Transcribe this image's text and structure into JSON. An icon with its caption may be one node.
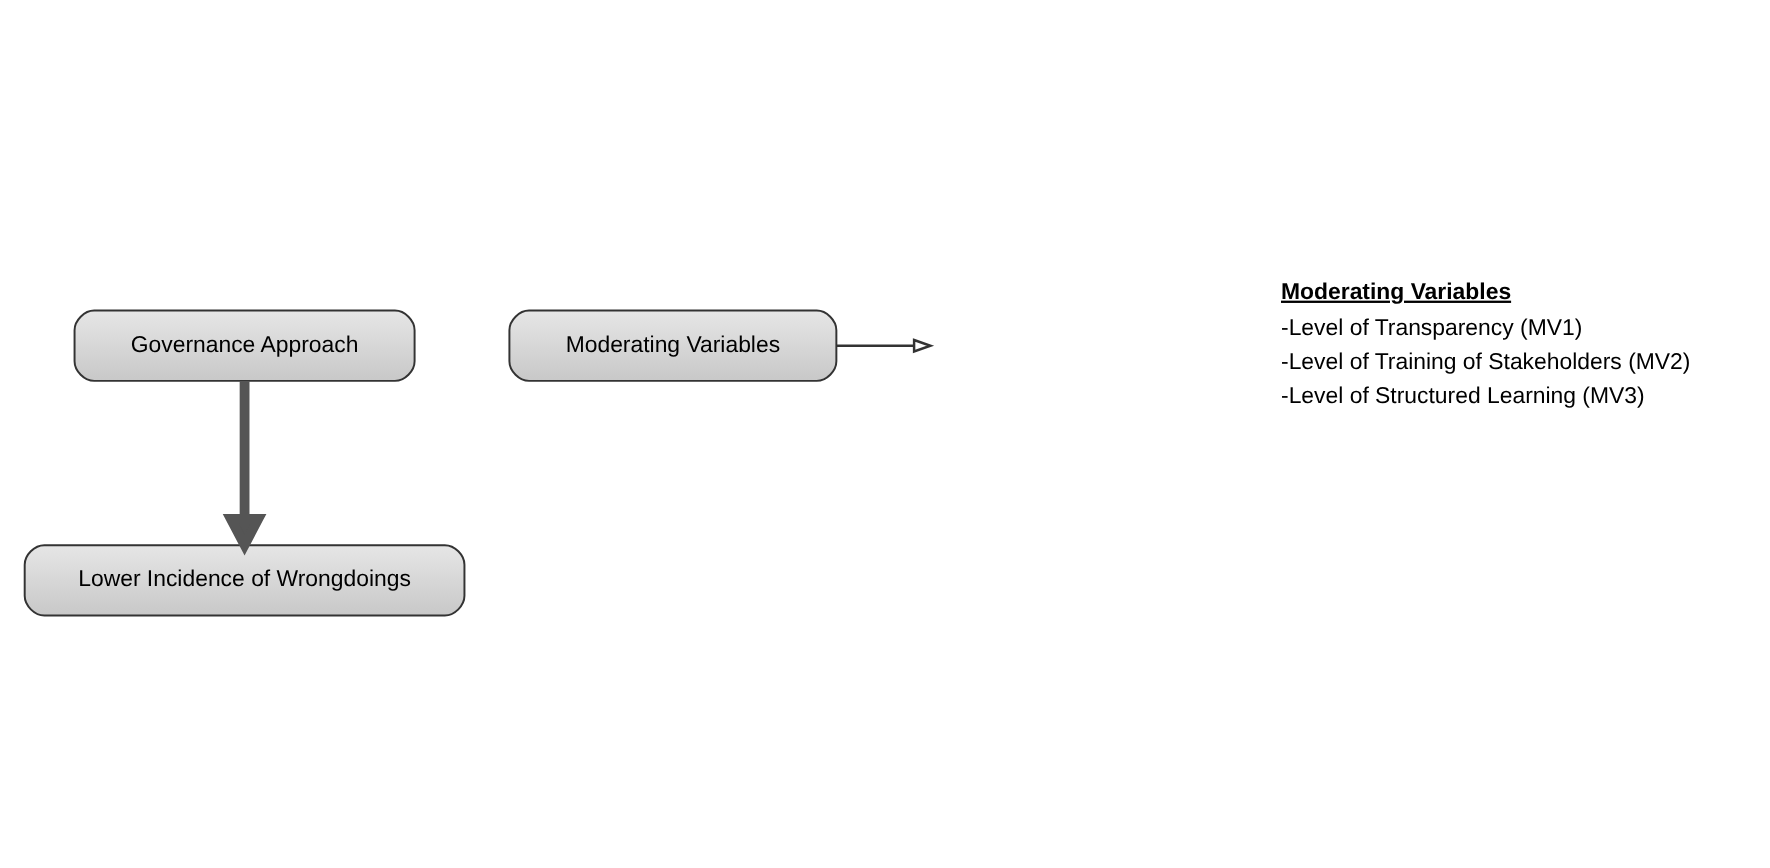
{
  "diagram": {
    "nodes": [
      {
        "text": [
          "Governance Approach"
        ]
      },
      {
        "text": [
          "Moderating Variables"
        ]
      },
      {
        "text": [
          "Lower Incidence of Wrongdoings"
        ]
      }
    ],
    "edges": [
      {
        "from": 0,
        "to": 2,
        "arrow": "to",
        "style": "thick"
      },
      {
        "from": 1,
        "to": null,
        "arrow": "to"
      }
    ],
    "labels": [
      "Moderating Variables",
      "-Level of Transparency (MV1)",
      "-Level of Training of Stakeholders (MV2)",
      "-Level of Structured Learning (MV3)"
    ]
  }
}
